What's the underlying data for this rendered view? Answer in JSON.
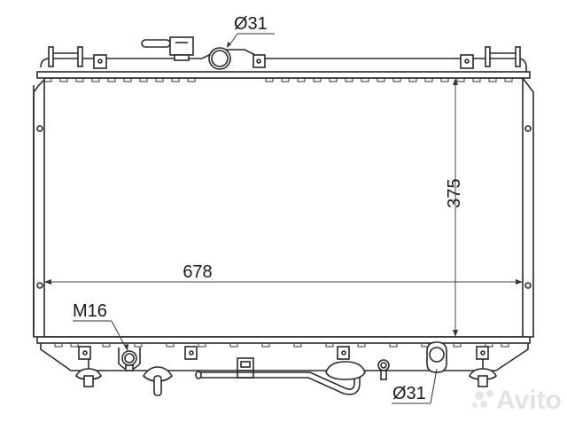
{
  "drawing": {
    "subject": "Radiator technical drawing",
    "dimensions": {
      "width_label": "678",
      "height_label": "375"
    },
    "callouts": {
      "top_inlet_label": "Ø31",
      "bottom_outlet_label": "Ø31",
      "drain_plug_label": "M16"
    },
    "watermark": "Avito",
    "colors": {
      "line": "#2a2a2a",
      "background": "#ffffff",
      "watermark": "#e2e2e2"
    }
  }
}
